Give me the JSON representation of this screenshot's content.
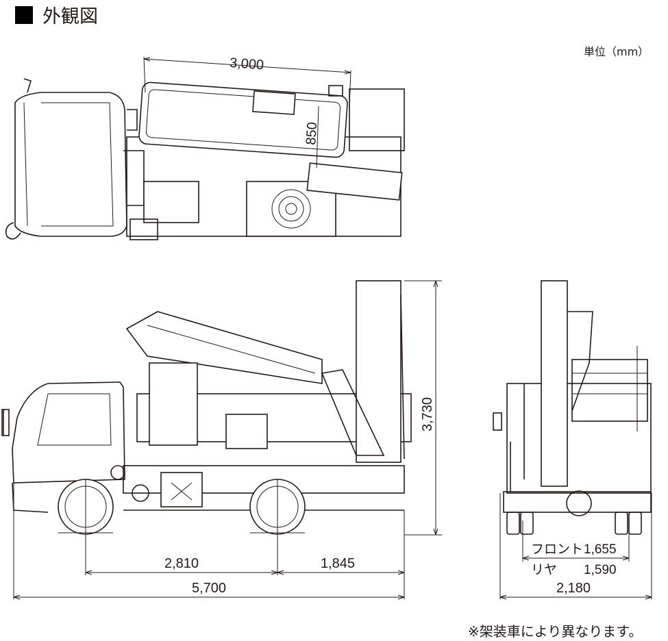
{
  "title": "外観図",
  "unit_label": "単位（mm）",
  "top_view": {
    "dim_length": "3,000",
    "dim_width": "850"
  },
  "side_view": {
    "dim_wheelbase": "2,810",
    "dim_rear_overhang": "1,845",
    "dim_overall_length": "5,700",
    "dim_height": "3,730"
  },
  "rear_view": {
    "front_label": "フロント",
    "front_tread": "1,655",
    "rear_label": "リヤ",
    "rear_tread": "1,590",
    "dim_width": "2,180"
  },
  "note": "※架装車により異なります。"
}
